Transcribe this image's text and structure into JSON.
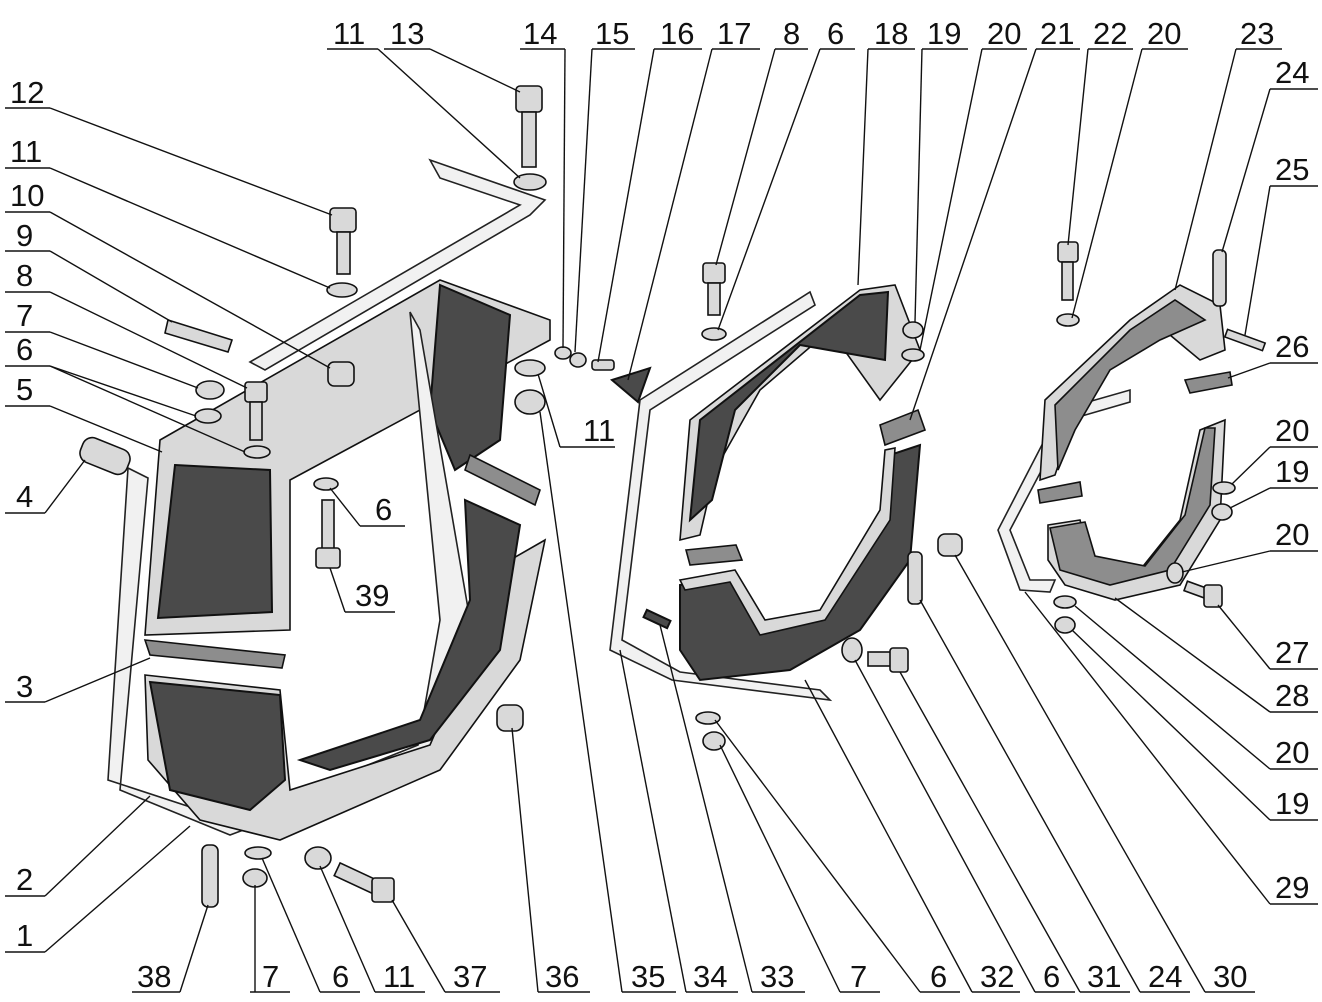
{
  "callouts": [
    {
      "id": "c1",
      "label": "1"
    },
    {
      "id": "c2",
      "label": "2"
    },
    {
      "id": "c3",
      "label": "3"
    },
    {
      "id": "c4",
      "label": "4"
    },
    {
      "id": "c5",
      "label": "5"
    },
    {
      "id": "c6a",
      "label": "6"
    },
    {
      "id": "c7a",
      "label": "7"
    },
    {
      "id": "c8a",
      "label": "8"
    },
    {
      "id": "c9",
      "label": "9"
    },
    {
      "id": "c10",
      "label": "10"
    },
    {
      "id": "c11a",
      "label": "11"
    },
    {
      "id": "c12",
      "label": "12"
    },
    {
      "id": "c11b",
      "label": "11"
    },
    {
      "id": "c13",
      "label": "13"
    },
    {
      "id": "c14",
      "label": "14"
    },
    {
      "id": "c15",
      "label": "15"
    },
    {
      "id": "c16",
      "label": "16"
    },
    {
      "id": "c17",
      "label": "17"
    },
    {
      "id": "c8b",
      "label": "8"
    },
    {
      "id": "c6b",
      "label": "6"
    },
    {
      "id": "c18",
      "label": "18"
    },
    {
      "id": "c19a",
      "label": "19"
    },
    {
      "id": "c20a",
      "label": "20"
    },
    {
      "id": "c21",
      "label": "21"
    },
    {
      "id": "c22",
      "label": "22"
    },
    {
      "id": "c20b",
      "label": "20"
    },
    {
      "id": "c23",
      "label": "23"
    },
    {
      "id": "c24a",
      "label": "24"
    },
    {
      "id": "c25",
      "label": "25"
    },
    {
      "id": "c26",
      "label": "26"
    },
    {
      "id": "c20c",
      "label": "20"
    },
    {
      "id": "c19b",
      "label": "19"
    },
    {
      "id": "c20d",
      "label": "20"
    },
    {
      "id": "c27",
      "label": "27"
    },
    {
      "id": "c28",
      "label": "28"
    },
    {
      "id": "c20e",
      "label": "20"
    },
    {
      "id": "c19c",
      "label": "19"
    },
    {
      "id": "c29",
      "label": "29"
    },
    {
      "id": "c11c",
      "label": "11"
    },
    {
      "id": "c6c",
      "label": "6"
    },
    {
      "id": "c39",
      "label": "39"
    },
    {
      "id": "c38",
      "label": "38"
    },
    {
      "id": "c7b",
      "label": "7"
    },
    {
      "id": "c6d",
      "label": "6"
    },
    {
      "id": "c11d",
      "label": "11"
    },
    {
      "id": "c37",
      "label": "37"
    },
    {
      "id": "c36",
      "label": "36"
    },
    {
      "id": "c35",
      "label": "35"
    },
    {
      "id": "c34",
      "label": "34"
    },
    {
      "id": "c33",
      "label": "33"
    },
    {
      "id": "c7c",
      "label": "7"
    },
    {
      "id": "c6e",
      "label": "6"
    },
    {
      "id": "c32",
      "label": "32"
    },
    {
      "id": "c6f",
      "label": "6"
    },
    {
      "id": "c31",
      "label": "31"
    },
    {
      "id": "c24b",
      "label": "24"
    },
    {
      "id": "c30",
      "label": "30"
    }
  ]
}
